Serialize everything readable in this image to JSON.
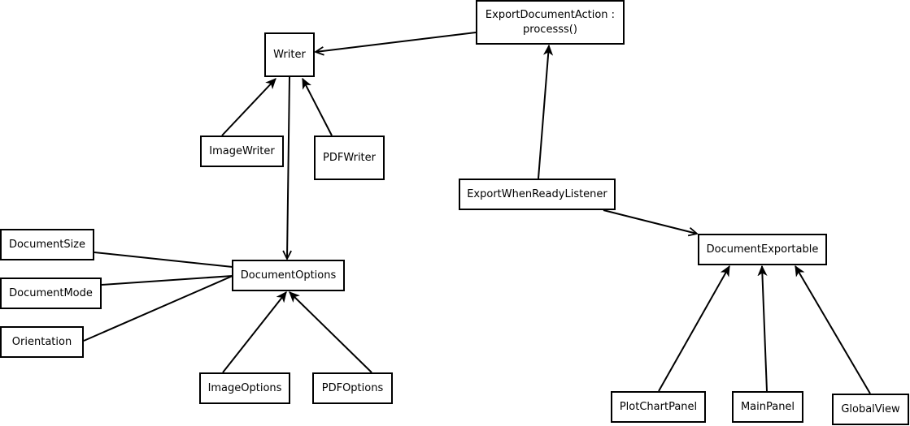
{
  "nodes": {
    "export_document_action": "ExportDocumentAction :\nprocesss()",
    "writer": "Writer",
    "image_writer": "ImageWriter",
    "pdf_writer": "PDFWriter",
    "export_when_ready_listener": "ExportWhenReadyListener",
    "document_exportable": "DocumentExportable",
    "document_size": "DocumentSize",
    "document_mode": "DocumentMode",
    "orientation": "Orientation",
    "document_options": "DocumentOptions",
    "image_options": "ImageOptions",
    "pdf_options": "PDFOptions",
    "plot_chart_panel": "PlotChartPanel",
    "main_panel": "MainPanel",
    "global_view": "GlobalView"
  },
  "edges": [
    {
      "from": "export_document_action",
      "to": "writer",
      "kind": "association"
    },
    {
      "from": "writer",
      "to": "document_options",
      "kind": "association"
    },
    {
      "from": "image_writer",
      "to": "writer",
      "kind": "inheritance"
    },
    {
      "from": "pdf_writer",
      "to": "writer",
      "kind": "inheritance"
    },
    {
      "from": "export_when_ready_listener",
      "to": "export_document_action",
      "kind": "inheritance"
    },
    {
      "from": "export_when_ready_listener",
      "to": "document_exportable",
      "kind": "association"
    },
    {
      "from": "document_size",
      "to": "document_options",
      "kind": "plain"
    },
    {
      "from": "document_mode",
      "to": "document_options",
      "kind": "plain"
    },
    {
      "from": "orientation",
      "to": "document_options",
      "kind": "plain"
    },
    {
      "from": "image_options",
      "to": "document_options",
      "kind": "inheritance"
    },
    {
      "from": "pdf_options",
      "to": "document_options",
      "kind": "inheritance"
    },
    {
      "from": "plot_chart_panel",
      "to": "document_exportable",
      "kind": "inheritance"
    },
    {
      "from": "main_panel",
      "to": "document_exportable",
      "kind": "inheritance"
    },
    {
      "from": "global_view",
      "to": "document_exportable",
      "kind": "inheritance"
    }
  ]
}
